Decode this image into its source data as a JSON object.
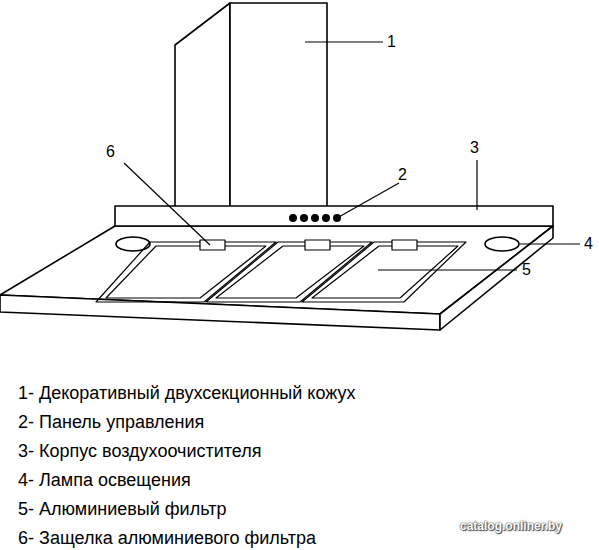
{
  "diagram": {
    "labels": [
      "1",
      "6",
      "3",
      "2",
      "4",
      "5",
      "1- Декоративный двухсекционный кожух",
      "2- Панель управления",
      "3- Корпус воздухоочистителя",
      "4- Лампа освещения",
      "5- Алюминиевый фильтр",
      "6- Защелка алюминиевого фильтра",
      "catalog.onliner.by"
    ]
  }
}
